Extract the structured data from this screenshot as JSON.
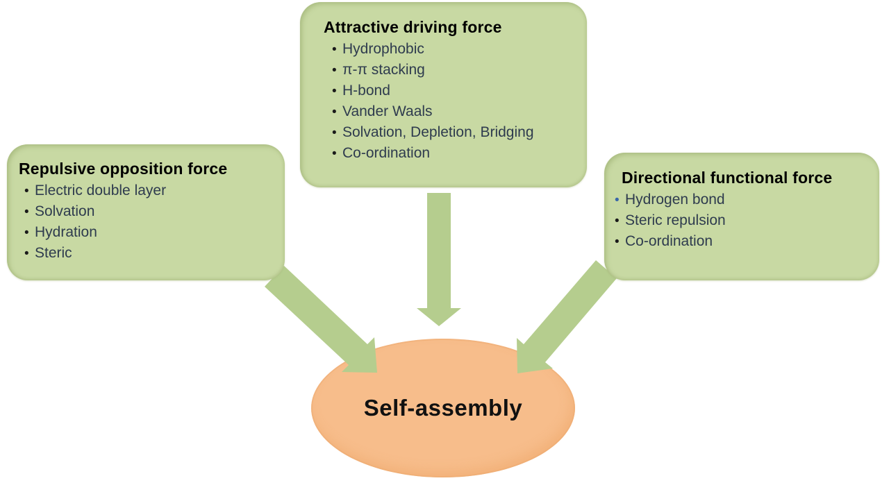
{
  "colors": {
    "box_fill": "#c8d9a3",
    "box_edge": "#a3bb79",
    "arrow_fill": "#b5cd8e",
    "ellipse_fill": "#f7bd8b",
    "ellipse_edge": "#eda96f",
    "title_color": "#000000",
    "item_color": "#2e3b4e",
    "bullet_black": "#1a1a1a",
    "bullet_blue": "#3a66a8",
    "background": "#ffffff"
  },
  "boxes": {
    "attractive": {
      "title": "Attractive driving force",
      "items": [
        {
          "text": "Hydrophobic"
        },
        {
          "text": "π-π stacking"
        },
        {
          "text": "H-bond"
        },
        {
          "text": "Vander Waals"
        },
        {
          "text": "Solvation, Depletion,  Bridging"
        },
        {
          "text": "Co-ordination"
        }
      ]
    },
    "repulsive": {
      "title": "Repulsive opposition force",
      "items": [
        {
          "text": "Electric double layer"
        },
        {
          "text": "Solvation"
        },
        {
          "text": "Hydration"
        },
        {
          "text": "Steric"
        }
      ]
    },
    "directional": {
      "title": "Directional functional force",
      "items": [
        {
          "text": "Hydrogen bond",
          "bullet": "blue"
        },
        {
          "text": "Steric repulsion"
        },
        {
          "text": "Co-ordination"
        }
      ]
    }
  },
  "center": {
    "label": "Self-assembly"
  }
}
